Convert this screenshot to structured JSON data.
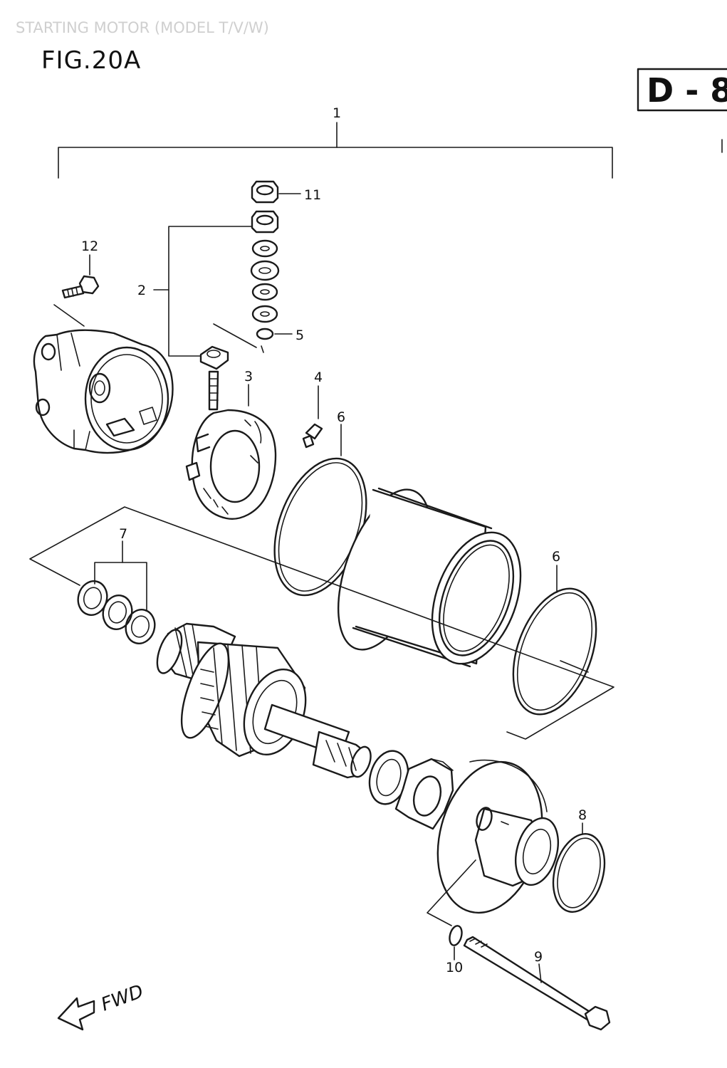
{
  "header": {
    "title": "STARTING MOTOR (MODEL T/V/W)"
  },
  "figure": {
    "label": "FIG.20A",
    "section_code": "D - 8",
    "direction_label": "FWD"
  },
  "callouts": [
    {
      "num": "1",
      "part": "starting-motor-assembly"
    },
    {
      "num": "2",
      "part": "terminal-set"
    },
    {
      "num": "3",
      "part": "brush-holder"
    },
    {
      "num": "4",
      "part": "brush"
    },
    {
      "num": "5",
      "part": "washer"
    },
    {
      "num": "6",
      "part": "o-ring-housing"
    },
    {
      "num": "6",
      "part": "o-ring-housing"
    },
    {
      "num": "7",
      "part": "washer-set"
    },
    {
      "num": "8",
      "part": "o-ring-end-cover"
    },
    {
      "num": "9",
      "part": "bolt"
    },
    {
      "num": "10",
      "part": "o-ring-bolt"
    },
    {
      "num": "11",
      "part": "nut"
    },
    {
      "num": "12",
      "part": "screw"
    }
  ]
}
